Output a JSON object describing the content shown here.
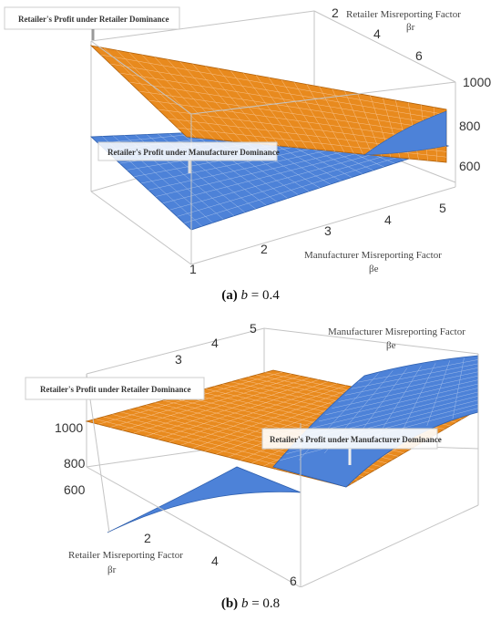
{
  "colors": {
    "retailer_dominance": "#e88a1e",
    "manufacturer_dominance": "#4d82d8",
    "box": "#b8b8b8"
  },
  "chart_data": [
    {
      "type": "surface",
      "panel": "(a)",
      "caption_param": "b",
      "caption_value": "0.4",
      "z_ticks": [
        "600",
        "800",
        "1000"
      ],
      "br_ticks": [
        "2",
        "4",
        "6"
      ],
      "be_ticks": [
        "1",
        "2",
        "3",
        "4",
        "5"
      ],
      "br_label": "Retailer Misreporting Factor",
      "br_symbol": "βr",
      "be_label": "Manufacturer Misreporting Factor",
      "be_symbol": "βe",
      "series": [
        {
          "name": "Retailer's Profit under Retailer Dominance",
          "color": "#e88a1e"
        },
        {
          "name": "Retailer's Profit under Manufacturer Dominance",
          "color": "#4d82d8"
        }
      ]
    },
    {
      "type": "surface",
      "panel": "(b)",
      "caption_param": "b",
      "caption_value": "0.8",
      "z_ticks": [
        "600",
        "800",
        "1000"
      ],
      "be_ticks": [
        "3",
        "4",
        "5"
      ],
      "br_ticks": [
        "2",
        "4",
        "6"
      ],
      "be_label": "Manufacturer Misreporting Factor",
      "be_symbol": "βe",
      "br_label": "Retailer Misreporting Factor",
      "br_symbol": "βr",
      "series": [
        {
          "name": "Retailer's Profit under Retailer Dominance",
          "color": "#e88a1e"
        },
        {
          "name": "Retailer's Profit under Manufacturer Dominance",
          "color": "#4d82d8"
        }
      ]
    }
  ]
}
